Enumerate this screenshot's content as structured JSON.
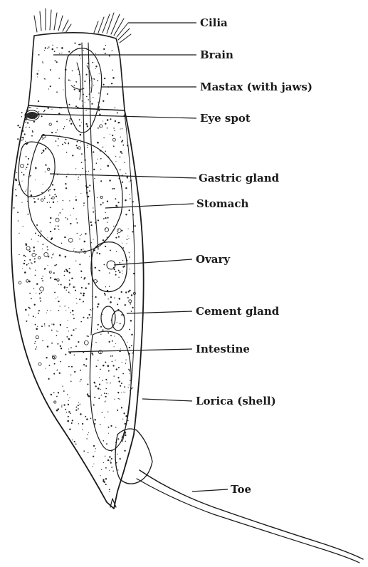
{
  "labels": {
    "cilia": "Cilia",
    "brain": "Brain",
    "mastax": "Mastax (with jaws)",
    "eye_spot": "Eye spot",
    "gastric_gland": "Gastric gland",
    "stomach": "Stomach",
    "ovary": "Ovary",
    "cement_gland": "Cement gland",
    "intestine": "Intestine",
    "lorica": "Lorica (shell)",
    "toe": "Toe"
  }
}
